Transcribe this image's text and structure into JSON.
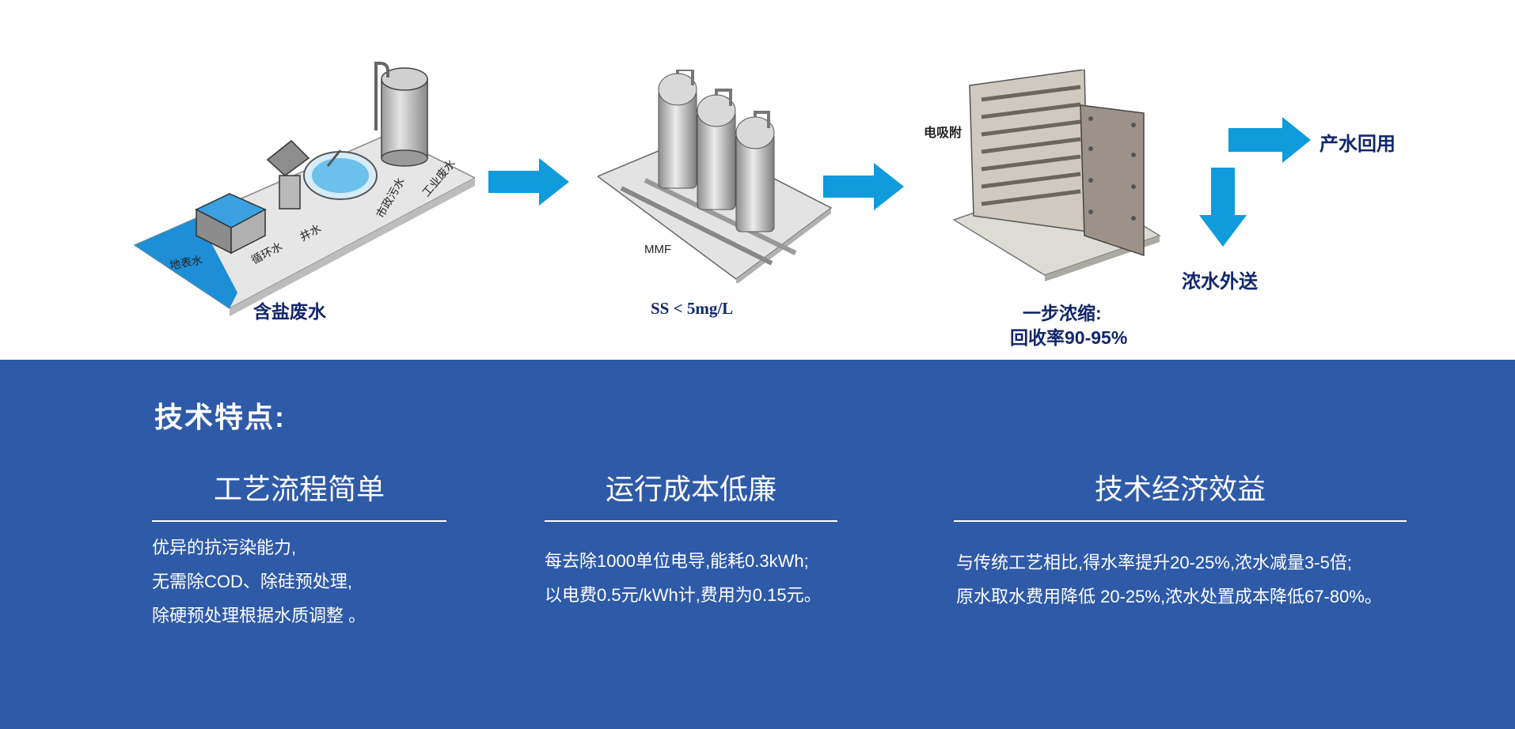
{
  "diagram": {
    "stage1": {
      "caption": "含盐废水",
      "source_labels": [
        "地表水",
        "循环水",
        "井水",
        "市政污水",
        "工业废水"
      ]
    },
    "stage2": {
      "equipment_label": "MMF",
      "caption": "SS < 5mg/L"
    },
    "stage3": {
      "equipment_label": "电吸附",
      "caption_line1": "一步浓缩:",
      "caption_line2": "回收率90-95%"
    },
    "outputs": {
      "product": "产水回用",
      "concentrate": "浓水外送"
    },
    "colors": {
      "arrow": "#0f9bdc",
      "panel": "#2e5aa8",
      "caption": "#12276b"
    }
  },
  "features": {
    "heading": "技术特点:",
    "columns": [
      {
        "title": "工艺流程简单",
        "lines": [
          "优异的抗污染能力,",
          "无需除COD、除硅预处理,",
          "除硬预处理根据水质调整 。"
        ]
      },
      {
        "title": "运行成本低廉",
        "lines": [
          "每去除1000单位电导,能耗0.3kWh;",
          "以电费0.5元/kWh计,费用为0.15元。"
        ]
      },
      {
        "title": "技术经济效益",
        "lines": [
          "与传统工艺相比,得水率提升20-25%,浓水减量3-5倍;",
          "原水取水费用降低 20-25%,浓水处置成本降低67-80%。"
        ]
      }
    ]
  }
}
